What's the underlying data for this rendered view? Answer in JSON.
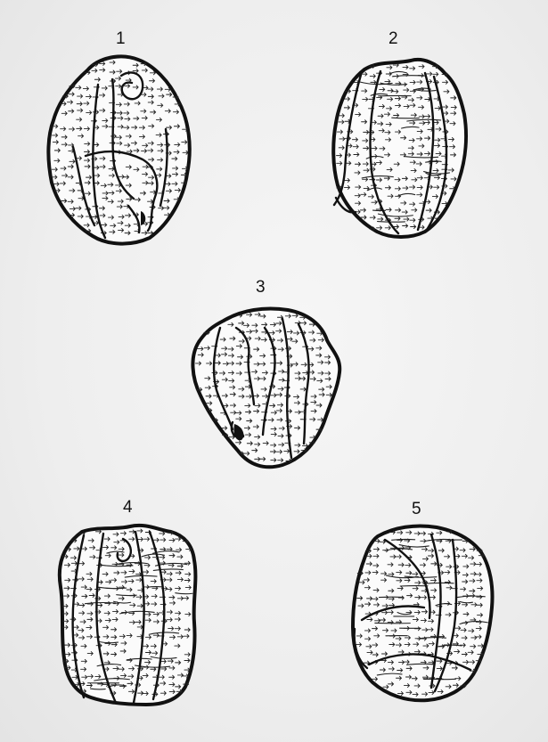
{
  "figures": [
    {
      "label": "1"
    },
    {
      "label": "2"
    },
    {
      "label": "3"
    },
    {
      "label": "4"
    },
    {
      "label": "5"
    }
  ],
  "colors": {
    "ink": "#111111",
    "paper": "#f4f4f4"
  }
}
